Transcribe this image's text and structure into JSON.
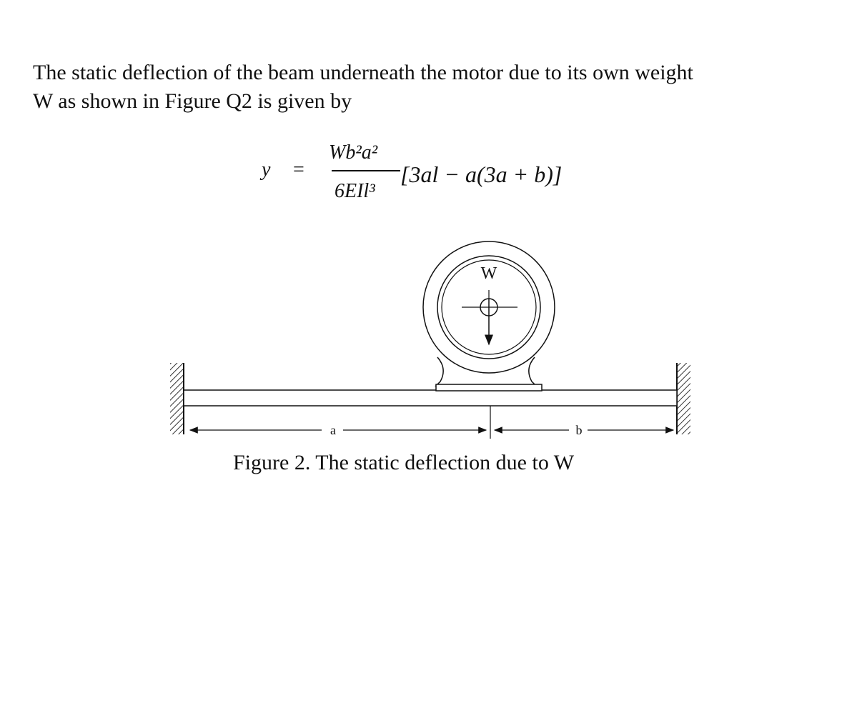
{
  "paragraph": {
    "line1": "The static deflection of the beam underneath the motor due to its own weight",
    "line2": "W as shown in Figure Q2 is given by"
  },
  "equation": {
    "lhs": "y",
    "equals": "=",
    "numerator": "Wb²a²",
    "denominator": "6EIl³",
    "bracket": "[3al − a(3a + b)]"
  },
  "figure": {
    "weight_label": "W",
    "dim_a_label": "a",
    "dim_b_label": "b",
    "caption": "Figure 2. The static deflection due to W"
  }
}
